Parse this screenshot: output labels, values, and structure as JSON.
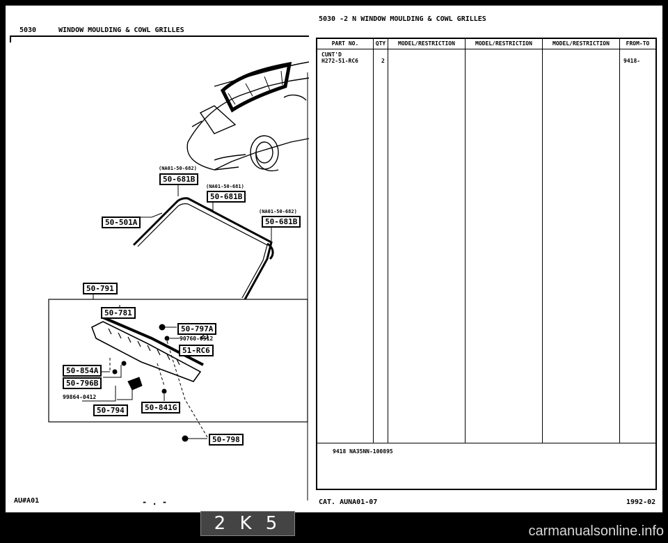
{
  "left_header": {
    "code": "5030",
    "title": "WINDOW MOULDING & COWL GRILLES"
  },
  "right_header": {
    "title": "5030 -2 N WINDOW MOULDING & COWL GRILLES"
  },
  "diagram": {
    "notes": [
      "(NA01-50-682)",
      "(NA01-50-681)",
      "(NA01-50-682)"
    ],
    "callouts": [
      "50-681B",
      "50-681B",
      "50-681B",
      "50-501A",
      "50-791",
      "50-781",
      "50-797A",
      "51-RC6",
      "50-854A",
      "50-796B",
      "50-794",
      "50-841G",
      "50-798"
    ],
    "part_numbers": [
      "90760-0512",
      "99864-0412"
    ]
  },
  "table": {
    "headers": [
      "PART NO.",
      "QTY",
      "MODEL/RESTRICTION",
      "MODEL/RESTRICTION",
      "MODEL/RESTRICTION",
      "FROM-TO"
    ],
    "rows": [
      {
        "part_no_line1": "CUNT'D",
        "part_no_line2": "H272-51-RC6",
        "qty": "2",
        "from_to": "9418-"
      }
    ],
    "footnote": "9418 NA35NN-100895"
  },
  "footer": {
    "left_code": "AU#A01",
    "left_marks": "- . -",
    "cat": "CAT. AUNA01-07",
    "date": "1992-02",
    "tab_label": "2 K 5"
  },
  "watermark": "carmanualsonline.info"
}
